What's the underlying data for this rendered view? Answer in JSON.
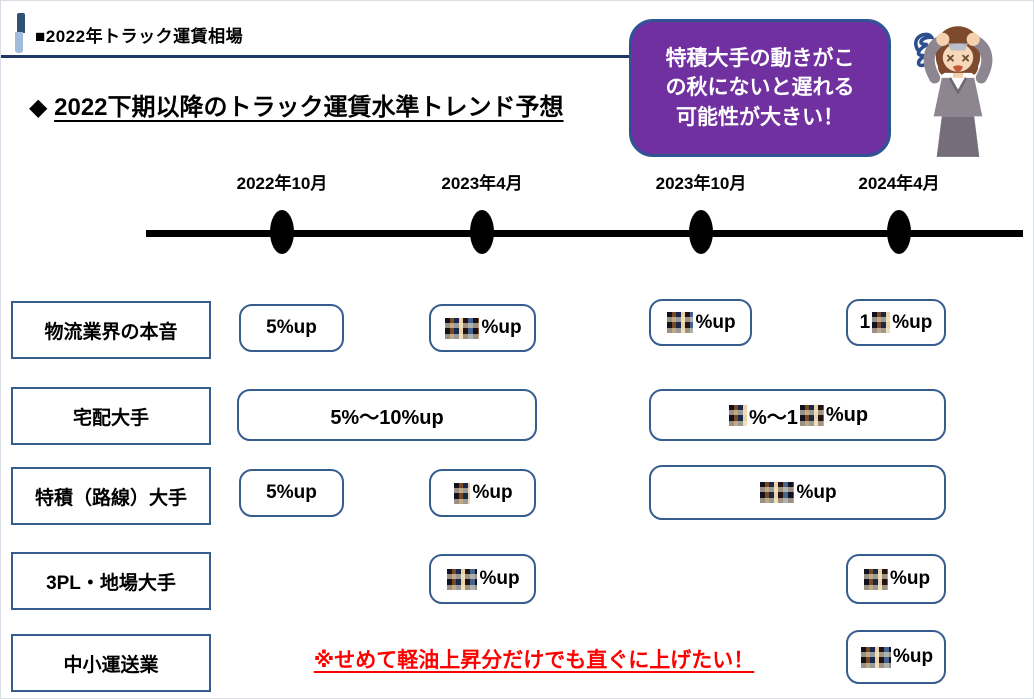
{
  "header": {
    "label": "■2022年トラック運賃相場"
  },
  "title": {
    "bullet": "◆",
    "text": "2022下期以降のトラック運賃水準トレンド予想"
  },
  "callout": {
    "text": "特積大手の動きがこの秋にないと遅れる可能性が大きい！"
  },
  "illustration": {
    "name": "stressed-businesswoman-holding-head"
  },
  "timeline": {
    "labels": [
      "2022年10月",
      "2023年4月",
      "2023年10月",
      "2024年4月"
    ]
  },
  "rows": [
    {
      "label": "物流業界の本音"
    },
    {
      "label": "宅配大手"
    },
    {
      "label": "特積（路線）大手"
    },
    {
      "label": "3PL・地場大手"
    },
    {
      "label": "中小運送業"
    }
  ],
  "values": {
    "r1c1": "5%up",
    "r1c2_suffix": "%up",
    "r1c3_suffix": "%up",
    "r1c4_prefix": "1",
    "r1c4_suffix": "%up",
    "r2c12": "5%～10%up",
    "r2c34_mid": "%～1",
    "r2c34_suffix": "%up",
    "r3c1": "5%up",
    "r3c2_suffix": "%up",
    "r3c34_suffix": "%up",
    "r4c2_suffix": "%up",
    "r4c4_suffix": "%up",
    "r5c4_suffix": "%up"
  },
  "note": {
    "text": "※せめて軽油上昇分だけでも直ぐに上げたい！"
  },
  "colors": {
    "box_border_blue": "#375d8f",
    "header_rule_navy": "#1f3864",
    "callout_purple": "#7030a0",
    "callout_border": "#2f5496",
    "note_red": "#ff0000",
    "timeline_black": "#000000"
  }
}
